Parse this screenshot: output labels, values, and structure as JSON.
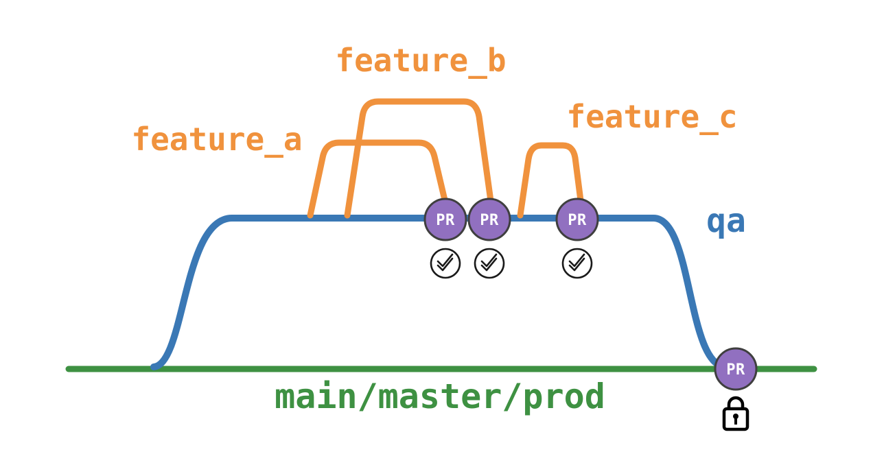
{
  "diagram": {
    "branch_labels": {
      "feature_a": "feature_a",
      "feature_b": "feature_b",
      "feature_c": "feature_c",
      "qa": "qa",
      "main": "main/master/prod"
    },
    "pr_nodes": [
      {
        "id": "pr-feature-a-to-qa",
        "label": "PR"
      },
      {
        "id": "pr-feature-b-to-qa",
        "label": "PR"
      },
      {
        "id": "pr-feature-c-to-qa",
        "label": "PR"
      },
      {
        "id": "pr-qa-to-main",
        "label": "PR"
      }
    ],
    "icons": {
      "approval": "double-check-circle-icon",
      "branch_protection": "lock-icon"
    },
    "colors": {
      "feature": "#f0923d",
      "qa": "#3a78b5",
      "main": "#3e9142",
      "pr_fill": "#9170c0",
      "pr_border": "#3f3f3f",
      "pr_text": "#ffffff",
      "check_stroke": "#1a1a1a",
      "check_fill": "#ffffff",
      "lock": "#000000",
      "background": "#ffffff"
    }
  }
}
